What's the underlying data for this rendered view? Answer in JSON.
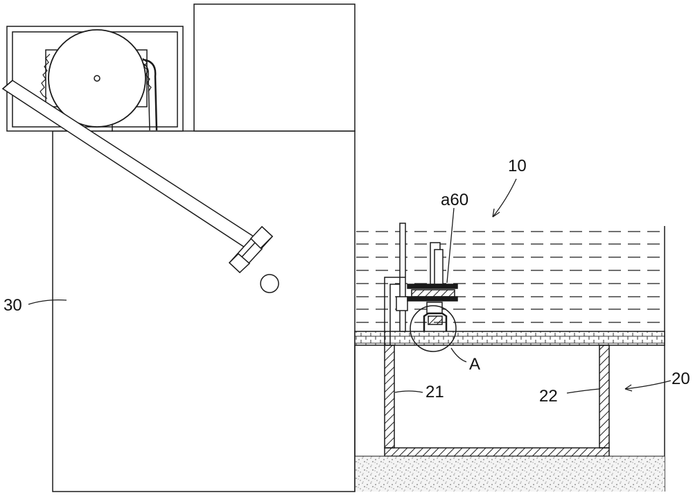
{
  "labels": {
    "ref_10": "10",
    "ref_a60": "a60",
    "ref_30": "30",
    "ref_A": "A",
    "ref_21": "21",
    "ref_22": "22",
    "ref_20": "20"
  },
  "colors": {
    "line": "#1a1a1a",
    "background": "#ffffff"
  }
}
